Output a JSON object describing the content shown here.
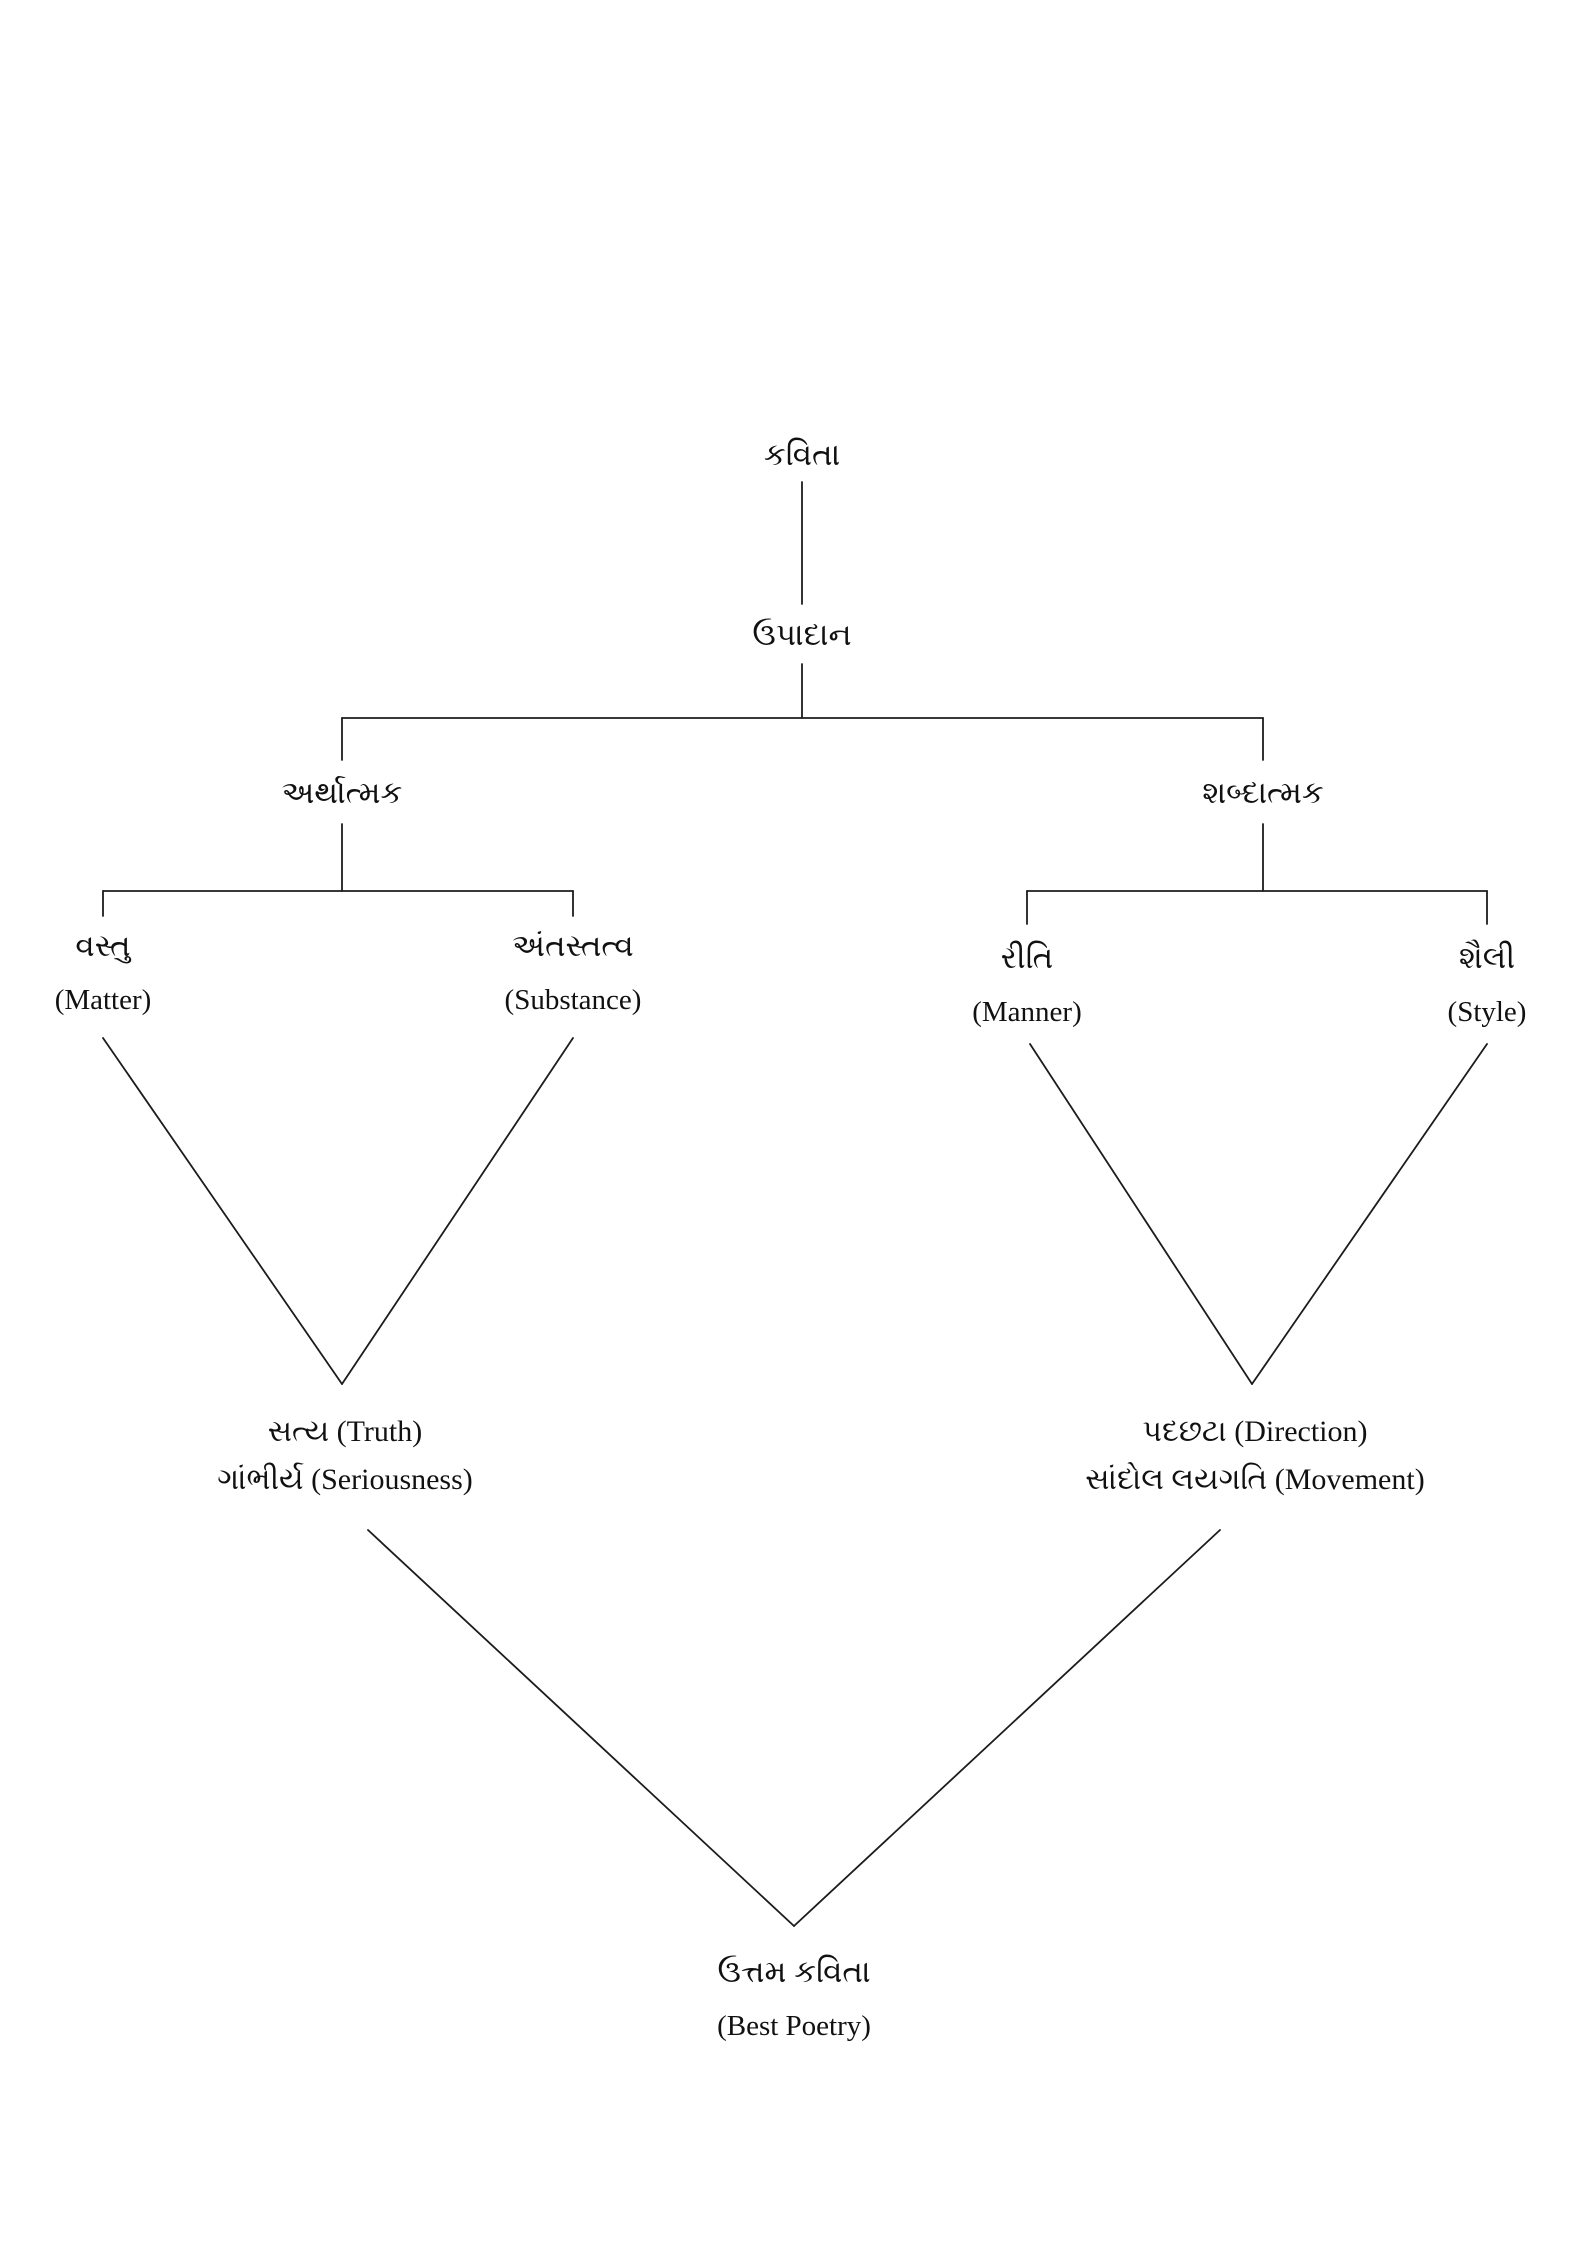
{
  "diagram": {
    "root": {
      "label": "કવિતા"
    },
    "upadan": {
      "label": "ઉપાદાન"
    },
    "arthatmak": {
      "label": "અર્થાત્મક"
    },
    "shabdatmak": {
      "label": "શબ્દાત્મક"
    },
    "matter": {
      "gu": "વસ્તુ",
      "en": "(Matter)"
    },
    "substance": {
      "gu": "અંતસ્તત્વ",
      "en": "(Substance)"
    },
    "manner": {
      "gu": "રીતિ",
      "en": "(Manner)"
    },
    "style": {
      "gu": "શૈલી",
      "en": "(Style)"
    },
    "truth_seriousness": {
      "line1": "સત્ય (Truth)",
      "line2": "ગાંભીર્ય (Seriousness)"
    },
    "direction_movement": {
      "line1": "પદછટા (Direction)",
      "line2": "સાંદોલ લયગતિ (Movement)"
    },
    "best_poetry": {
      "gu": "ઉત્તમ કવિતા",
      "en": "(Best Poetry)"
    }
  },
  "colors": {
    "line": "#1c1c1c",
    "text": "#111111",
    "background": "#ffffff"
  }
}
